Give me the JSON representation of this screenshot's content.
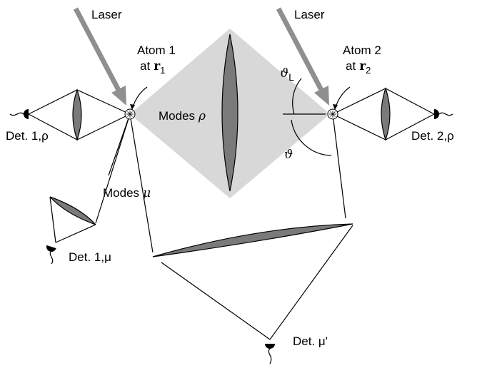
{
  "labels": {
    "laser_1": "Laser",
    "laser_2": "Laser",
    "atom_1_name": "Atom 1",
    "atom_1_at": "at",
    "atom_1_pos": "r",
    "atom_1_sub": "1",
    "atom_2_name": "Atom 2",
    "atom_2_at": "at",
    "atom_2_pos": "r",
    "atom_2_sub": "2",
    "modes_rho_text": "Modes",
    "modes_rho_sym": "ρ",
    "modes_mu_text": "Modes",
    "modes_mu_sym": "μ",
    "theta_L_sym": "ϑ",
    "theta_L_sub": "L",
    "theta_sym": "ϑ",
    "det_1_rho": "Det. 1,ρ",
    "det_2_rho": "Det. 2,ρ",
    "det_1_mu": "Det. 1,μ",
    "det_mu_prime": "Det. μ'"
  },
  "colors": {
    "lens_fill": "#7a7a7a",
    "mode_region": "#d8d8d8",
    "laser_arrow": "#8f8f8f",
    "line": "#000000"
  },
  "icons": {
    "atom": "atom-icon",
    "detector": "detector-icon"
  }
}
